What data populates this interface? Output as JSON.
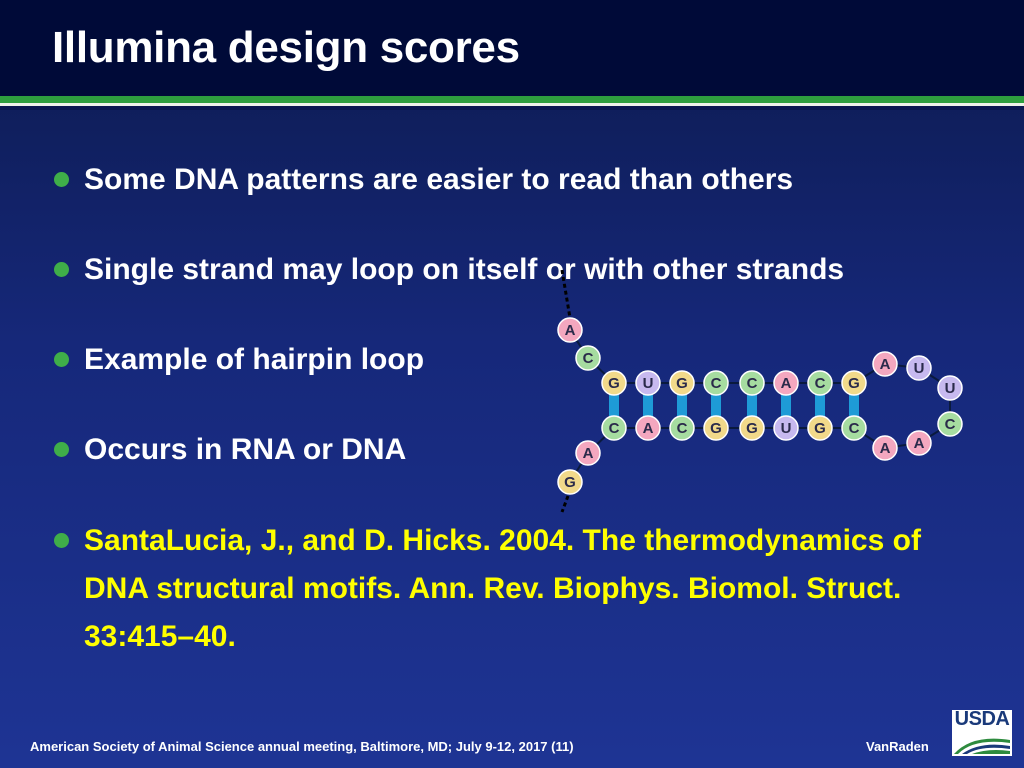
{
  "slide": {
    "title": "Illumina design scores",
    "bullets": [
      "Some DNA patterns are easier to read than others",
      "Single strand may loop on itself or with other strands",
      "Example of hairpin loop",
      "Occurs in RNA or DNA"
    ],
    "reference": "SantaLucia, J., and D. Hicks. 2004. The thermodynamics of DNA structural motifs. Ann. Rev. Biophys. Biomol. Struct. 33:415–40.",
    "footer": "American Society of Animal Science annual meeting, Baltimore, MD; July  9-12, 2017 (11)",
    "author": "VanRaden",
    "logo_text": "USDA"
  },
  "hairpin": {
    "top_tail": [
      "A",
      "C"
    ],
    "top_strand": [
      "G",
      "U",
      "G",
      "C",
      "C",
      "A",
      "C",
      "G"
    ],
    "bottom_strand": [
      "C",
      "A",
      "C",
      "G",
      "G",
      "U",
      "G",
      "C"
    ],
    "loop": [
      "A",
      "U",
      "U",
      "C",
      "A",
      "A"
    ],
    "bottom_tail": [
      "A",
      "G"
    ],
    "colors": {
      "A": "#f4a7bf",
      "C": "#a6dca0",
      "G": "#f1d98a",
      "U": "#c7b9ef"
    },
    "bond_color": "#1e9bd7"
  },
  "colors": {
    "header_bg": "#000a38",
    "body_bg": "#16287a",
    "accent_green": "#2e9e3e",
    "reference_text": "#ffff00"
  }
}
